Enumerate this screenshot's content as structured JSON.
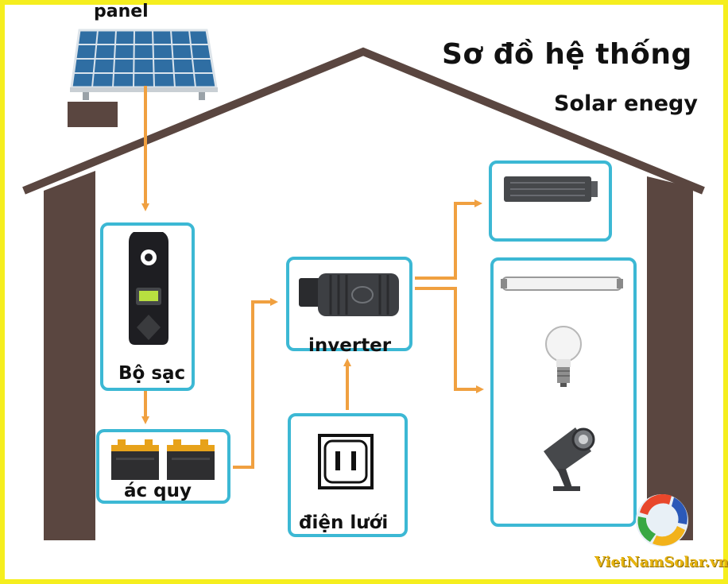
{
  "diagram": {
    "title": "Sơ đồ hệ thống",
    "subtitle": "Solar enegy",
    "nodes": {
      "panel": "panel",
      "charger": "Bộ sạc",
      "battery": "ác quy",
      "inverter": "inverter",
      "grid": "điện lưới"
    },
    "brand": "VietNamSolar.vn",
    "colors": {
      "frame": "#f5ee1e",
      "house": "#5a4640",
      "arrow": "#f0a040",
      "box_border": "#3cb8d4"
    },
    "icons": [
      "solar-panel-icon",
      "charge-controller-icon",
      "battery-icon",
      "inverter-icon",
      "wall-socket-icon",
      "air-conditioner-icon",
      "fluorescent-tube-icon",
      "light-bulb-icon",
      "spotlight-icon",
      "brand-logo-icon"
    ]
  }
}
